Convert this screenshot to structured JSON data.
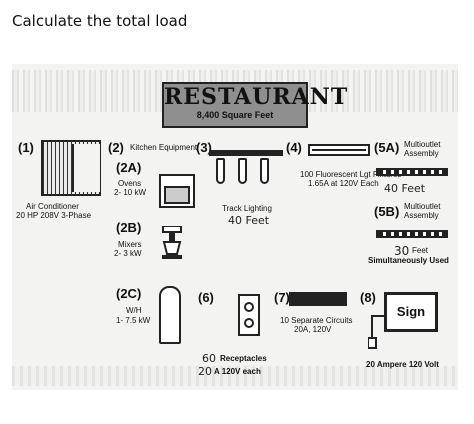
{
  "question": "Calculate the total load",
  "banner": {
    "title": "RESTAURANT",
    "subtitle": "8,400 Square Feet"
  },
  "items": {
    "n1": "(1)",
    "ac_label_1": "Air Conditioner",
    "ac_label_2": "20 HP 208V 3-Phase",
    "n2": "(2)",
    "kitchen": "Kitchen Equipment",
    "n2a": "(2A)",
    "ovens_1": "Ovens",
    "ovens_2": "2- 10 kW",
    "n2b": "(2B)",
    "mixers_1": "Mixers",
    "mixers_2": "2- 3 kW",
    "n2c": "(2C)",
    "wh_1": "W/H",
    "wh_2": "1- 7.5 kW",
    "n3": "(3)",
    "track_1": "Track Lighting",
    "track_hand": "40 Feet",
    "n4": "(4)",
    "fluor_1": "100 Fluorescent Lgt Fixtures",
    "fluor_2": "1.65A at 120V Each",
    "n5a": "(5A)",
    "multi_a_1": "Multioutlet",
    "multi_a_2": "Assembly",
    "multi_a_hand": "40 Feet",
    "n5b": "(5B)",
    "multi_b_1": "Multioutlet",
    "multi_b_2": "Assembly",
    "multi_b_hand": "30",
    "multi_b_feet": "Feet",
    "multi_b_note": "Simultaneously Used",
    "n6": "(6)",
    "recept_hand_1": "60",
    "recept_1": "Receptacles",
    "recept_hand_2": "20",
    "recept_2": "A 120V each",
    "n7": "(7)",
    "circuits_1": "10 Separate Circuits",
    "circuits_2": "20A, 120V",
    "n8": "(8)",
    "sign": "Sign",
    "sign_label": "20 Ampere 120 Volt"
  }
}
